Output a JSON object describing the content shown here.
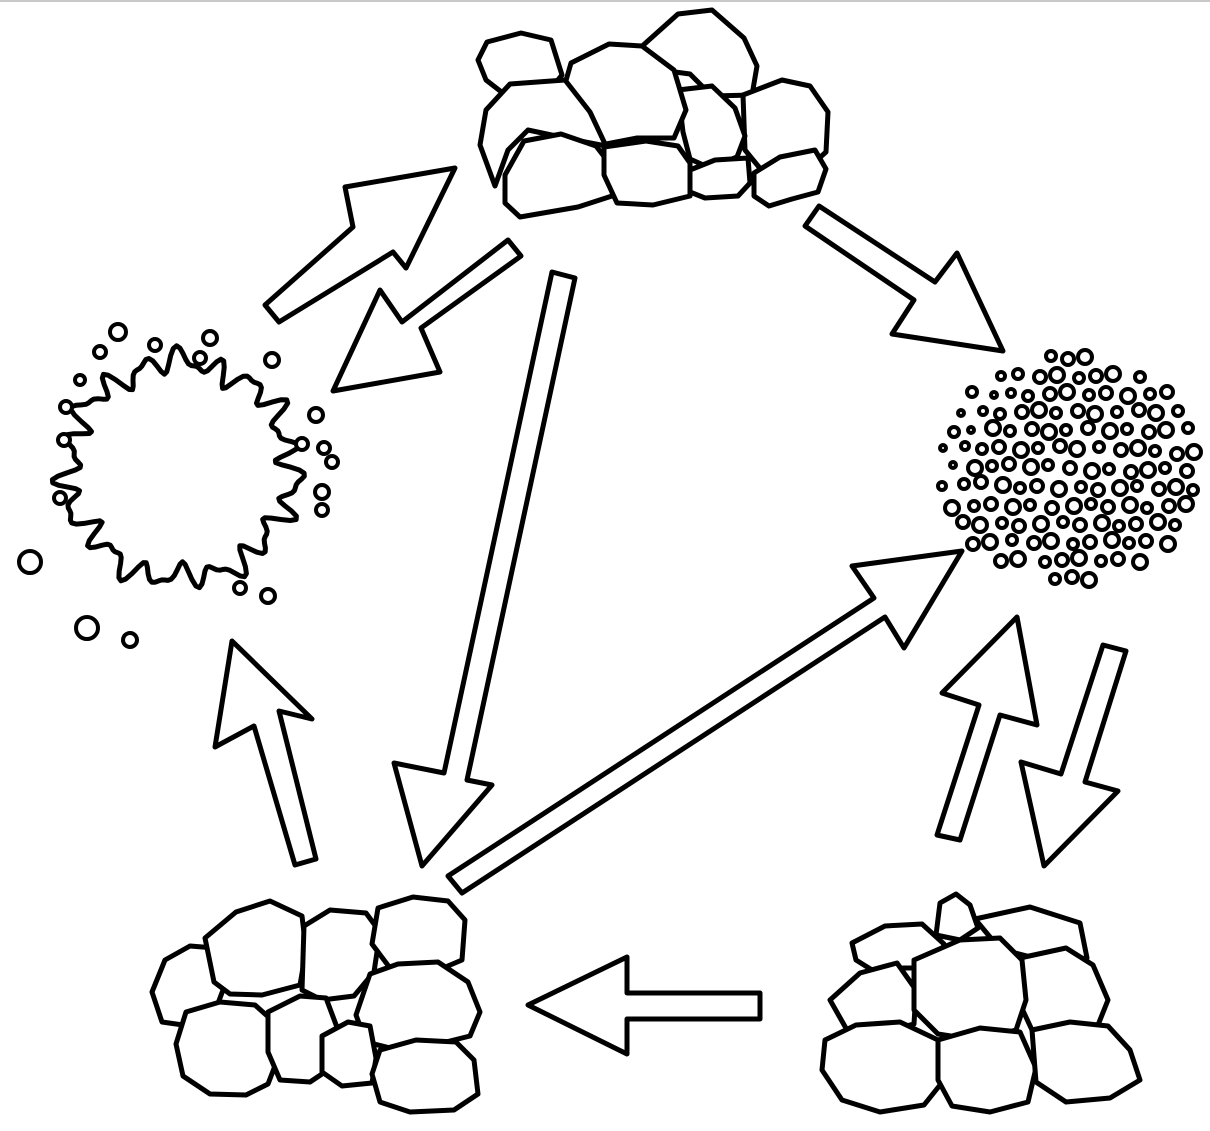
{
  "diagram": {
    "stroke_color": "#000000",
    "fill_color": "#ffffff",
    "nodes": [
      {
        "id": "rock-top",
        "kind": "rock-cluster"
      },
      {
        "id": "rock-bottom-left",
        "kind": "rock-cluster"
      },
      {
        "id": "rock-bottom-right",
        "kind": "rock-cluster"
      },
      {
        "id": "sediment-right",
        "kind": "particle-cloud"
      },
      {
        "id": "magma-left",
        "kind": "molten-blob"
      }
    ],
    "edges": [
      {
        "from": "magma-left",
        "to": "rock-top"
      },
      {
        "from": "rock-top",
        "to": "magma-left"
      },
      {
        "from": "rock-top",
        "to": "sediment-right"
      },
      {
        "from": "rock-top",
        "to": "rock-bottom-left"
      },
      {
        "from": "rock-bottom-left",
        "to": "sediment-right"
      },
      {
        "from": "rock-bottom-left",
        "to": "magma-left"
      },
      {
        "from": "rock-bottom-right",
        "to": "sediment-right"
      },
      {
        "from": "sediment-right",
        "to": "rock-bottom-right"
      },
      {
        "from": "rock-bottom-right",
        "to": "rock-bottom-left"
      }
    ]
  }
}
